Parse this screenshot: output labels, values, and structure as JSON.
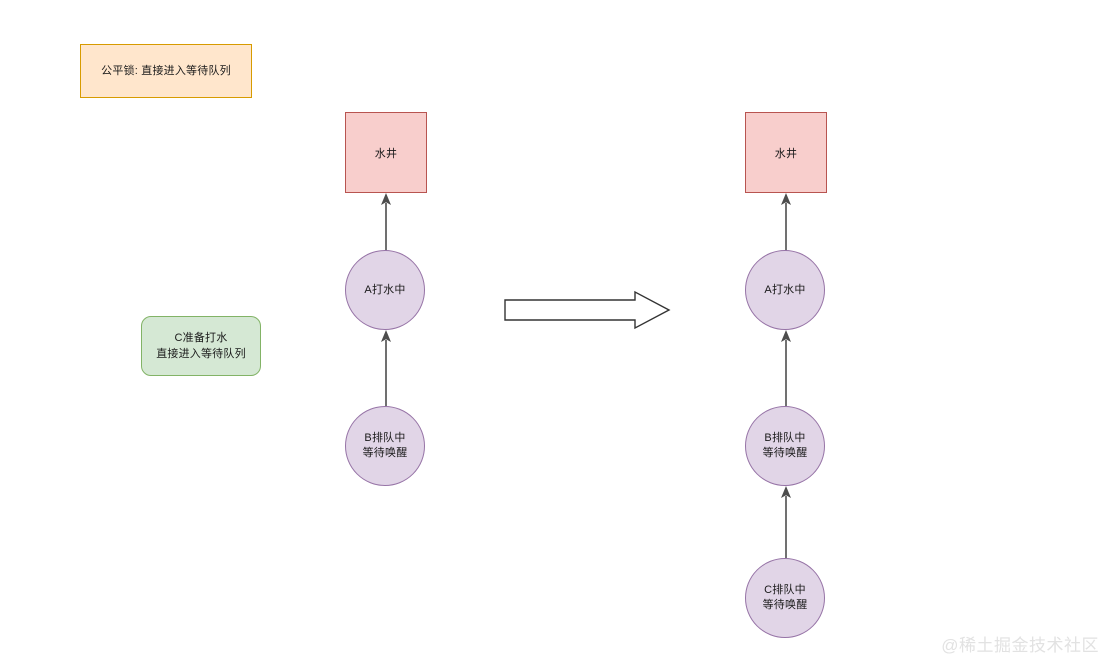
{
  "diagram": {
    "notes": [
      {
        "id": "fair-lock",
        "text": "公平锁: 直接进入等待队列",
        "fill": "#ffe6cc",
        "stroke": "#d79b00"
      },
      {
        "id": "c-prepare",
        "line1": "C准备打水",
        "line2": "直接进入等待队列",
        "fill": "#d5e8d4",
        "stroke": "#82b366"
      }
    ],
    "left_column": {
      "well": {
        "label": "水井",
        "fill": "#f8cecc",
        "stroke": "#b85450"
      },
      "nodes": [
        {
          "id": "left-a",
          "line1": "A打水中",
          "line2": ""
        },
        {
          "id": "left-b",
          "line1": "B排队中",
          "line2": "等待唤醒"
        }
      ]
    },
    "right_column": {
      "well": {
        "label": "水井",
        "fill": "#f8cecc",
        "stroke": "#b85450"
      },
      "nodes": [
        {
          "id": "right-a",
          "line1": "A打水中",
          "line2": ""
        },
        {
          "id": "right-b",
          "line1": "B排队中",
          "line2": "等待唤醒"
        },
        {
          "id": "right-c",
          "line1": "C排队中",
          "line2": "等待唤醒"
        }
      ]
    },
    "transition": {
      "direction": "right",
      "stroke": "#333333",
      "fill": "#ffffff"
    },
    "node_colors": {
      "circle_fill": "#e1d5e7",
      "circle_stroke": "#9673a6",
      "edge": "#4d4d4d"
    },
    "watermark": "@稀土掘金技术社区"
  }
}
